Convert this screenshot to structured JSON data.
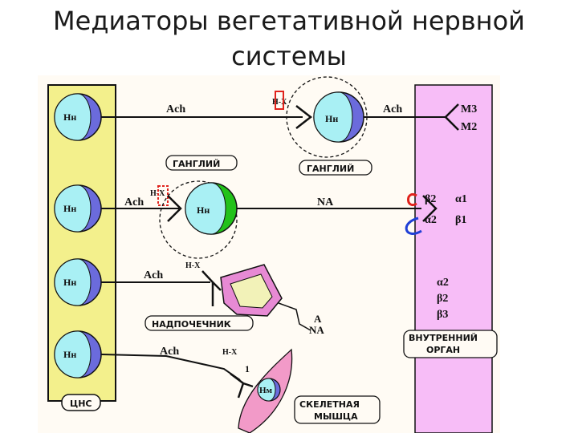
{
  "title": {
    "line1": "Медиаторы вегетативной нервной",
    "line2": "системы"
  },
  "colors": {
    "cns_fill": "#f3f08c",
    "organ_fill": "#f7bdf7",
    "neuron_blue": "#6b6bdc",
    "neuron_cyan": "#a9f0f4",
    "ganglion_green": "#22c21a",
    "adrenal_pink": "#e78ad4",
    "adrenal_inner": "#f2f2b8",
    "muscle_pink": "#f29ac8",
    "receptor_red": "#e0221c",
    "receptor_blue": "#1f3fd6"
  },
  "cns": {
    "label": "ЦНС",
    "neurons": [
      "Нн",
      "Нн",
      "Нн",
      "Нн"
    ]
  },
  "ganglia": {
    "parasympathetic_label": "ГАНГЛИЙ",
    "sympathetic_label": "ГАНГЛИЙ",
    "parasympathetic_receptor": "Нн",
    "sympathetic_receptor": "Нн",
    "para_receptor_tag": "Н-Х",
    "symp_receptor_tag": "Н-Х"
  },
  "mediators": {
    "preganglionic_para": "Ach",
    "postganglionic_para": "Ach",
    "preganglionic_symp": "Ach",
    "postganglionic_symp": "NA",
    "adrenal_input": "Ach",
    "muscle_input": "Ach",
    "adrenal_output_1": "A",
    "adrenal_output_2": "NA"
  },
  "adrenal": {
    "label": "НАДПОЧЕЧНИК",
    "receptor_tag": "Н-Х"
  },
  "muscle": {
    "label_line1": "СКЕЛЕТНАЯ",
    "label_line2": "МЫШЦА",
    "receptor": "Нм",
    "receptor_tag": "Н-Х",
    "tag_suffix": "1"
  },
  "organ": {
    "label_line1": "ВНУТРЕННИЙ",
    "label_line2": "ОРГАН",
    "muscarinic": [
      "М3",
      "М2"
    ],
    "adrenergic_left": [
      "β2",
      "α2"
    ],
    "adrenergic_right": [
      "α1",
      "β1"
    ],
    "extra": [
      "α2",
      "β2",
      "β3"
    ]
  }
}
